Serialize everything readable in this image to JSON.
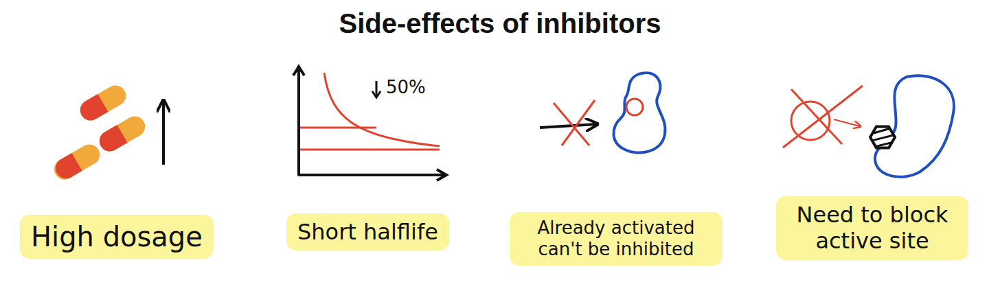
{
  "diagram": {
    "title": "Side-effects of inhibitors",
    "nodes": [
      {
        "text": [
          "High dosage"
        ]
      },
      {
        "text": [
          "Short halflife"
        ]
      },
      {
        "text": [
          "Already activated can't be inhibited"
        ]
      },
      {
        "text": [
          "Need to block active site"
        ]
      }
    ],
    "labels": [
      "50%"
    ]
  }
}
